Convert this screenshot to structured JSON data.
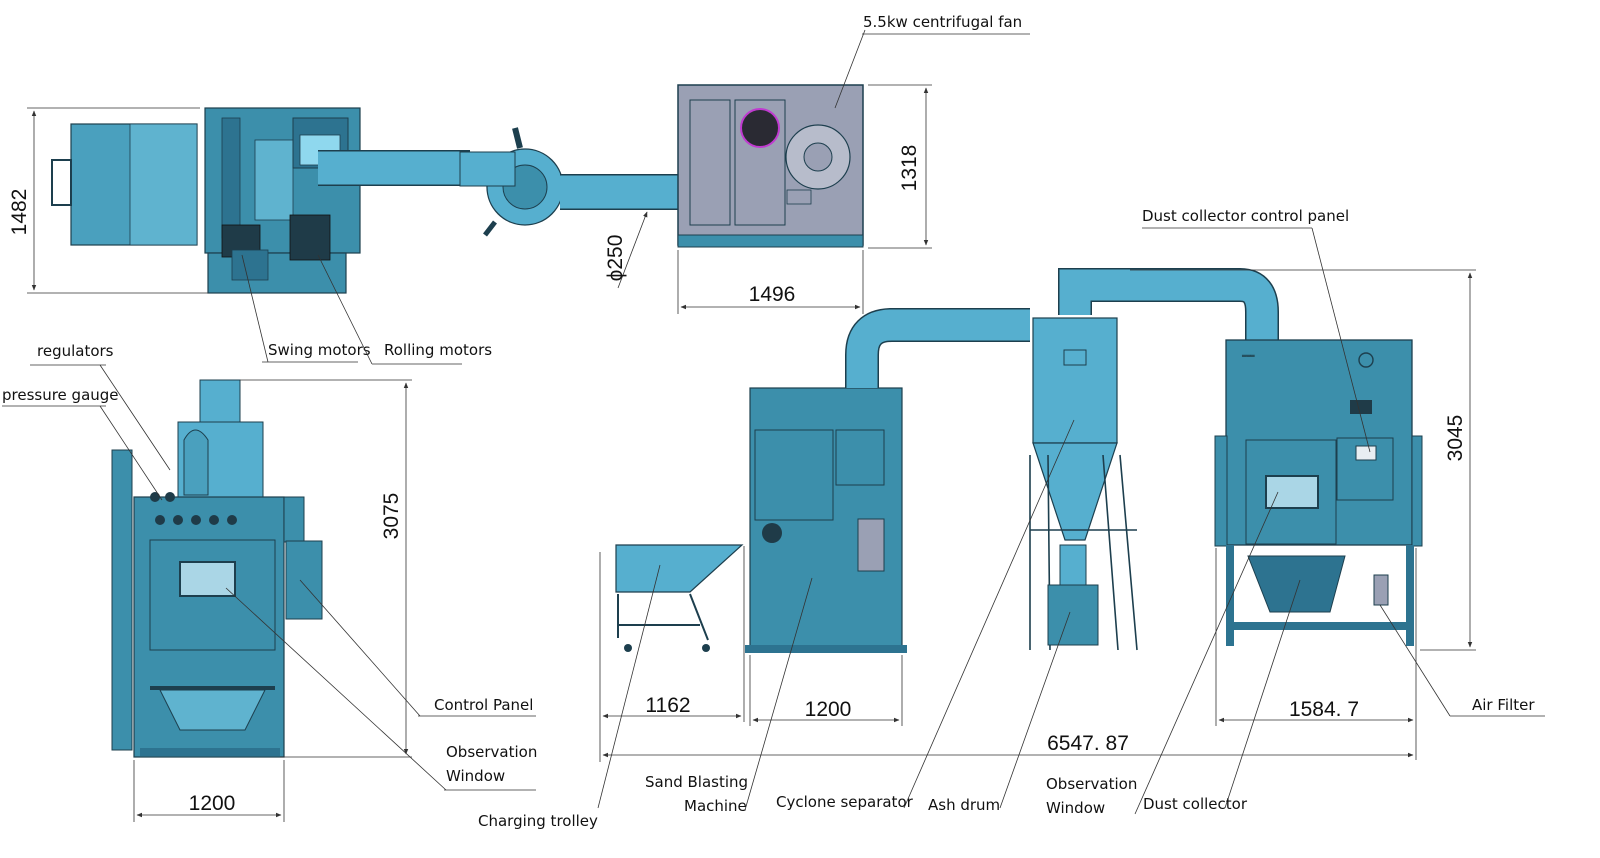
{
  "colors": {
    "body": "#3c8fab",
    "body_light": "#5fb3cf",
    "body_dark": "#2d7390",
    "pipe": "#56afcf",
    "grey_panel": "#9aa0b4",
    "outline": "#1d3f4e",
    "fan_ring": "#c03ad0",
    "dimension_line": "#333333"
  },
  "labels": {
    "centrifugal_fan": "5.5kw centrifugal fan",
    "swing_motors": "Swing motors",
    "rolling_motors": "Rolling motors",
    "regulators": "regulators",
    "pressure_gauge": "pressure gauge",
    "control_panel": "Control Panel",
    "observation_window_left_1": "Observation",
    "observation_window_left_2": "Window",
    "dust_collector_control_panel": "Dust collector control panel",
    "air_filter": "Air Filter",
    "charging_trolley": "Charging trolley",
    "sand_blasting_1": "Sand Blasting",
    "sand_blasting_2": "Machine",
    "cyclone_separator": "Cyclone separator",
    "ash_drum": "Ash drum",
    "observation_window_right_1": "Observation",
    "observation_window_right_2": "Window",
    "dust_collector": "Dust collector"
  },
  "dimensions": {
    "top_height": "1482",
    "fan_depth": "1318",
    "fan_width": "1496",
    "pipe_diameter": "ϕ250",
    "front_height": "3075",
    "front_width": "1200",
    "trolley_width": "1162",
    "machine_width": "1200",
    "collector_width": "1584. 7",
    "total_length": "6547. 87",
    "collector_height": "3045"
  }
}
